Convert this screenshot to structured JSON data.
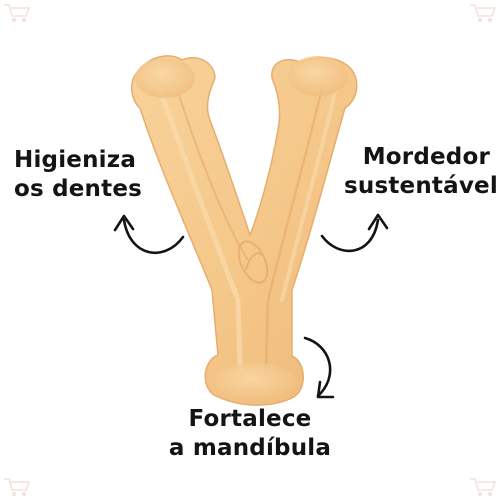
{
  "features": {
    "left": {
      "line1": "Higieniza",
      "line2": "os dentes"
    },
    "right": {
      "line1": "Mordedor",
      "line2": "sustentável"
    },
    "bottom": {
      "line1": "Fortalece",
      "line2": "a mandíbula"
    }
  },
  "product": {
    "name": "nylon wishbone chew toy",
    "color": "#f6c98a",
    "shade_color": "#eab06c"
  },
  "colors": {
    "text": "#141414",
    "arrow": "#141414",
    "background": "#ffffff",
    "corner_icon": "#e2a99b"
  }
}
